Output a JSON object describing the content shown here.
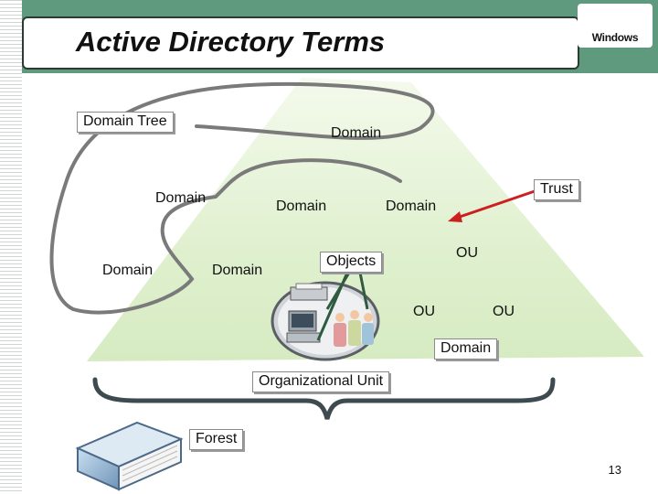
{
  "slide": {
    "title": "Active Directory Terms",
    "logo_text": "Windows",
    "page_number": "13"
  },
  "labels": {
    "domain_tree": "Domain Tree",
    "domain_top": "Domain",
    "domain_left_upper": "Domain",
    "domain_mid": "Domain",
    "domain_right": "Domain",
    "domain_left_lower": "Domain",
    "domain_center_lower": "Domain",
    "trust": "Trust",
    "objects": "Objects",
    "ou_upper": "OU",
    "ou_left": "OU",
    "ou_right": "OU",
    "domain_callout": "Domain",
    "organizational_unit": "Organizational Unit",
    "forest": "Forest"
  },
  "colors": {
    "header_band": "#5f9a7e",
    "forest_fill": "#e3f1d2",
    "trust_arrow": "#cc1f1f",
    "tree_outline": "#7a7a7a"
  }
}
